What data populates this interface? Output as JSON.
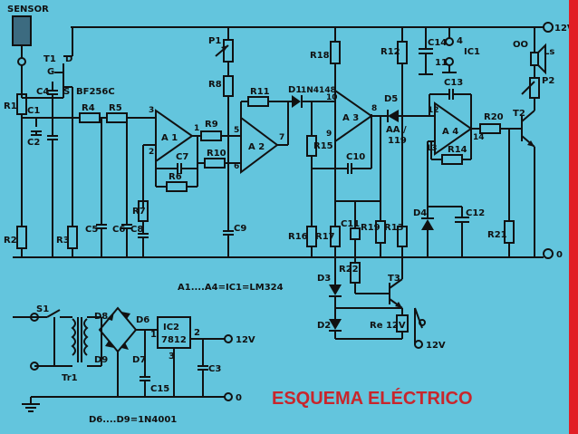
{
  "title": "ESQUEMA ELÉCTRICO",
  "labels": {
    "sensor": "SENSOR",
    "T1": "T1",
    "G": "G",
    "D": "D",
    "S": "S",
    "bf": "BF256C",
    "R1": "R1",
    "C1": "C1",
    "C2": "C2",
    "C4": "C4",
    "R2": "R2",
    "R3": "R3",
    "R4": "R4",
    "R5": "R5",
    "C5": "C5",
    "C6": "C6",
    "C8": "C8",
    "R7": "R7",
    "A1": "A 1",
    "R9": "R9",
    "C7": "C7",
    "R10": "R10",
    "R6": "R6",
    "P1": "P1",
    "R8": "R8",
    "R11": "R11",
    "A2": "A 2",
    "C9": "C9",
    "D1": "D1",
    "n4148": "1N4148",
    "R18": "R18",
    "R15": "R15",
    "C10": "C10",
    "A3": "A 3",
    "R16": "R16",
    "R17": "R17",
    "C11": "C11",
    "R19": "R19",
    "R13": "R13",
    "D5": "D5",
    "AA": "AA /",
    "n119": "119",
    "R12": "R12",
    "C14": "C14",
    "IC1": "IC1",
    "n4": "4",
    "n11": "11",
    "C13": "C13",
    "A4": "A 4",
    "R14": "R14",
    "R20": "R20",
    "T2": "T2",
    "D4": "D4",
    "C12": "C12",
    "R21": "R21",
    "OO": "OO",
    "LS": "Ls",
    "P2": "P2",
    "V12top": "12V",
    "zero": "0",
    "D3": "D3",
    "R22": "R22",
    "T3": "T3",
    "D2": "D2",
    "Re": "Re 12V",
    "V12re": "12V",
    "icnote": "A1....A4=IC1=LM324",
    "S1": "S1",
    "Tr1": "Tr1",
    "D8": "D8",
    "D6": "D6",
    "D9": "D9",
    "D7": "D7",
    "IC2": "IC2",
    "n7812": "7812",
    "p1": "1",
    "p2": "2",
    "p3": "3",
    "C15": "C15",
    "C3": "C3",
    "V12ps": "12V",
    "zeroPs": "0",
    "diodes": "D6....D9=1N4001",
    "pin3": "3",
    "pin2": "2",
    "pin1": "1",
    "pin5": "5",
    "pin6": "6",
    "pin7": "7",
    "pin10": "10",
    "pin9": "9",
    "pin8": "8",
    "pin12": "12",
    "pin13": "13",
    "pin14": "14"
  }
}
